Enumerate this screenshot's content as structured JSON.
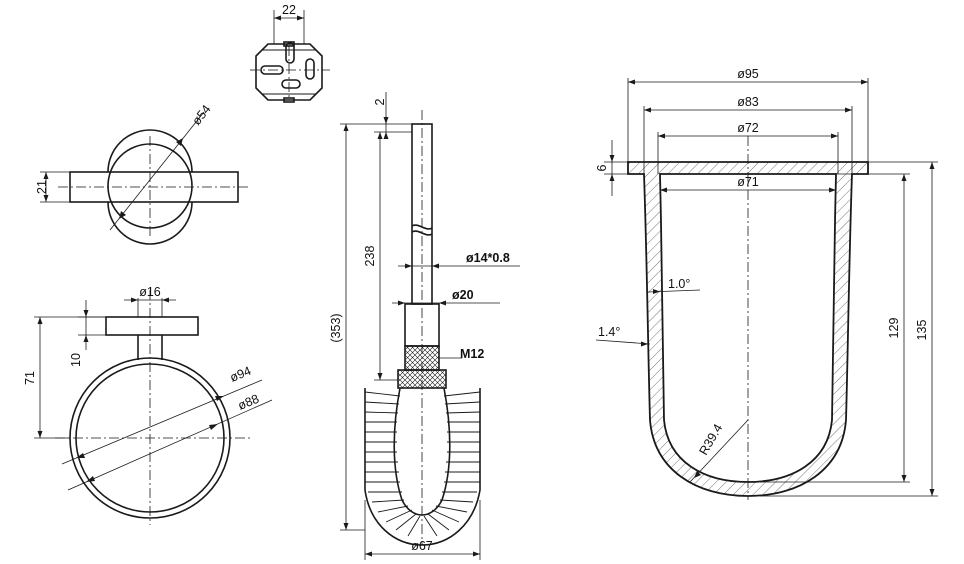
{
  "dimensions": {
    "mount_width": "22",
    "plate_diameter": "ø54",
    "plate_thickness": "21",
    "arm_diameter": "ø16",
    "arm_thickness": "10",
    "ring_height": "71",
    "ring_outer": "ø94",
    "ring_inner": "ø88",
    "top_gap": "2",
    "total_length": "(353)",
    "handle_length": "238",
    "handle_tube": "ø14*0.8",
    "collar": "ø20",
    "thread": "M12",
    "brush_diameter": "ø67",
    "cup_d95": "ø95",
    "cup_d83": "ø83",
    "cup_d72": "ø72",
    "cup_d71": "ø71",
    "cup_rim": "6",
    "cup_angle_1": "1.0°",
    "cup_angle_2": "1.4°",
    "cup_radius": "R39.4",
    "cup_depth": "129",
    "cup_height": "135"
  },
  "colors": {
    "line": "#1a1a1a",
    "background": "#ffffff"
  }
}
